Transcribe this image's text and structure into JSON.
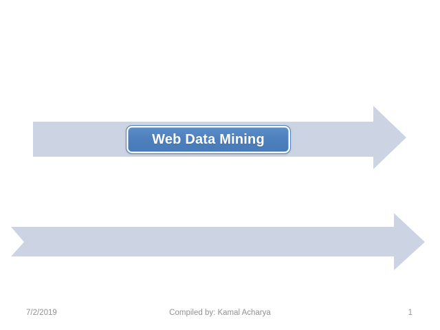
{
  "slide": {
    "title_box": {
      "label": "Web Data Mining"
    },
    "footer": {
      "date": "7/2/2019",
      "credit": "Compiled by: Kamal Acharya",
      "page_number": "1"
    }
  },
  "colors": {
    "accent_blue": "#4f81bd",
    "arrow_fill": "#ccd3e2",
    "button_text": "#ffffff",
    "footer_text": "#919191",
    "background": "#ffffff"
  }
}
